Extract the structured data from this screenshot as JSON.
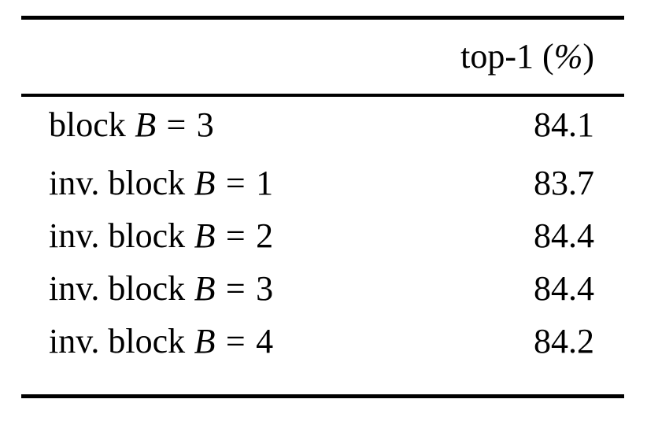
{
  "figure": {
    "kind": "booktabs-table",
    "caption": "",
    "rule_color": "#000000",
    "background_color": "#ffffff",
    "text_color": "#000000"
  },
  "table": {
    "columns": [
      {
        "key": "setting",
        "header": "",
        "align": "left"
      },
      {
        "key": "top1",
        "header": "top-1 (%)",
        "align": "right"
      }
    ],
    "header": {
      "col1": "",
      "col2_prefix": "top-1 (",
      "col2_percent": "%",
      "col2_suffix": ")",
      "col2_full": "top-1 (%)"
    },
    "rows": [
      {
        "label_text": "block",
        "label_var": "B",
        "label_eq": "=",
        "label_num": "3",
        "label_full": "block B = 3",
        "value": "84.1"
      },
      {
        "label_text": "inv. block",
        "label_var": "B",
        "label_eq": "=",
        "label_num": "1",
        "label_full": "inv. block B = 1",
        "value": "83.7"
      },
      {
        "label_text": "inv. block",
        "label_var": "B",
        "label_eq": "=",
        "label_num": "2",
        "label_full": "inv. block B = 2",
        "value": "84.4"
      },
      {
        "label_text": "inv. block",
        "label_var": "B",
        "label_eq": "=",
        "label_num": "3",
        "label_full": "inv. block B = 3",
        "value": "84.4"
      },
      {
        "label_text": "inv. block",
        "label_var": "B",
        "label_eq": "=",
        "label_num": "4",
        "label_full": "inv. block B = 4",
        "value": "84.2"
      }
    ]
  },
  "chart_data": {
    "type": "table",
    "title": "",
    "xlabel": "",
    "ylabel": "top-1 (%)",
    "categories": [
      "block B = 3",
      "inv. block B = 1",
      "inv. block B = 2",
      "inv. block B = 3",
      "inv. block B = 4"
    ],
    "values": [
      84.1,
      83.7,
      84.4,
      84.4,
      84.2
    ],
    "series": [
      {
        "name": "top-1 (%)",
        "values": [
          84.1,
          83.7,
          84.4,
          84.4,
          84.2
        ]
      }
    ],
    "columns": [
      "",
      "top-1 (%)"
    ],
    "rows": [
      [
        "block B = 3",
        "84.1"
      ],
      [
        "inv. block B = 1",
        "83.7"
      ],
      [
        "inv. block B = 2",
        "84.4"
      ],
      [
        "inv. block B = 3",
        "84.4"
      ],
      [
        "inv. block B = 4",
        "84.2"
      ]
    ],
    "grid": false,
    "legend": "none"
  }
}
